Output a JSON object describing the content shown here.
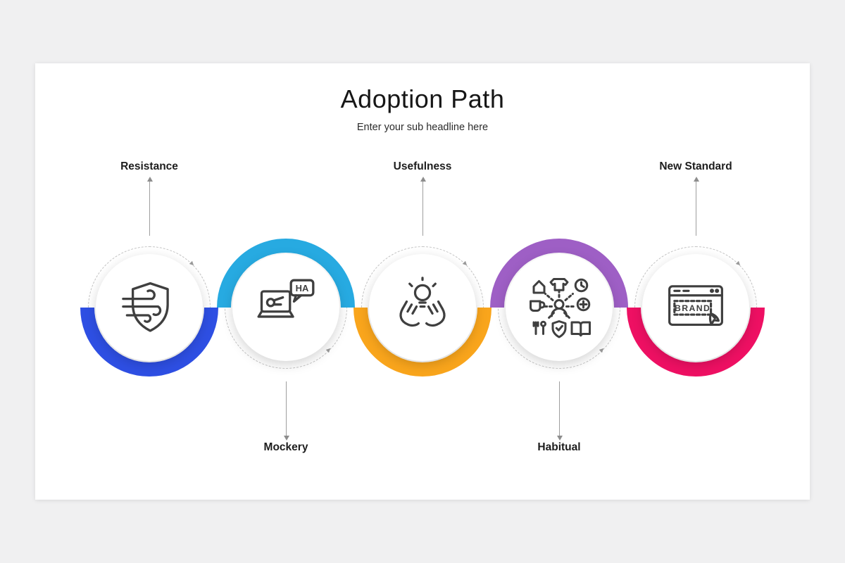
{
  "page": {
    "title": "Adoption Path",
    "subtitle": "Enter your sub headline here"
  },
  "colors": {
    "background": "#f0f0f1",
    "card": "#ffffff",
    "icon_stroke": "#3f3f3f"
  },
  "steps": [
    {
      "label": "Resistance",
      "label_position": "top",
      "color": "#2E4FE3",
      "icon": "shield-wind-icon"
    },
    {
      "label": "Mockery",
      "label_position": "bottom",
      "color": "#27AAE1",
      "icon": "laptop-laugh-icon",
      "icon_text": "HA"
    },
    {
      "label": "Usefulness",
      "label_position": "top",
      "color": "#F9A51C",
      "icon": "hands-bulb-icon"
    },
    {
      "label": "Habitual",
      "label_position": "bottom",
      "color": "#9E5FC5",
      "icon": "daily-habits-icon"
    },
    {
      "label": "New Standard",
      "label_position": "top",
      "color": "#EE1063",
      "icon": "brand-browser-icon",
      "icon_text": "BRAND"
    }
  ]
}
